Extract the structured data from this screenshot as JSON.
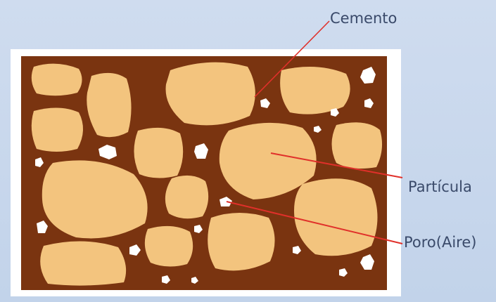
{
  "labels": {
    "cement": "Cemento",
    "particle": "Partícula",
    "pore": "Poro(Aire)"
  },
  "colors": {
    "background": "#c8d6ec",
    "frame": "#ffffff",
    "cement": "#7a3410",
    "particle": "#f3c47e",
    "pore": "#ffffff",
    "leader_line": "#e0302a",
    "label_text": "#3a4a6a"
  }
}
